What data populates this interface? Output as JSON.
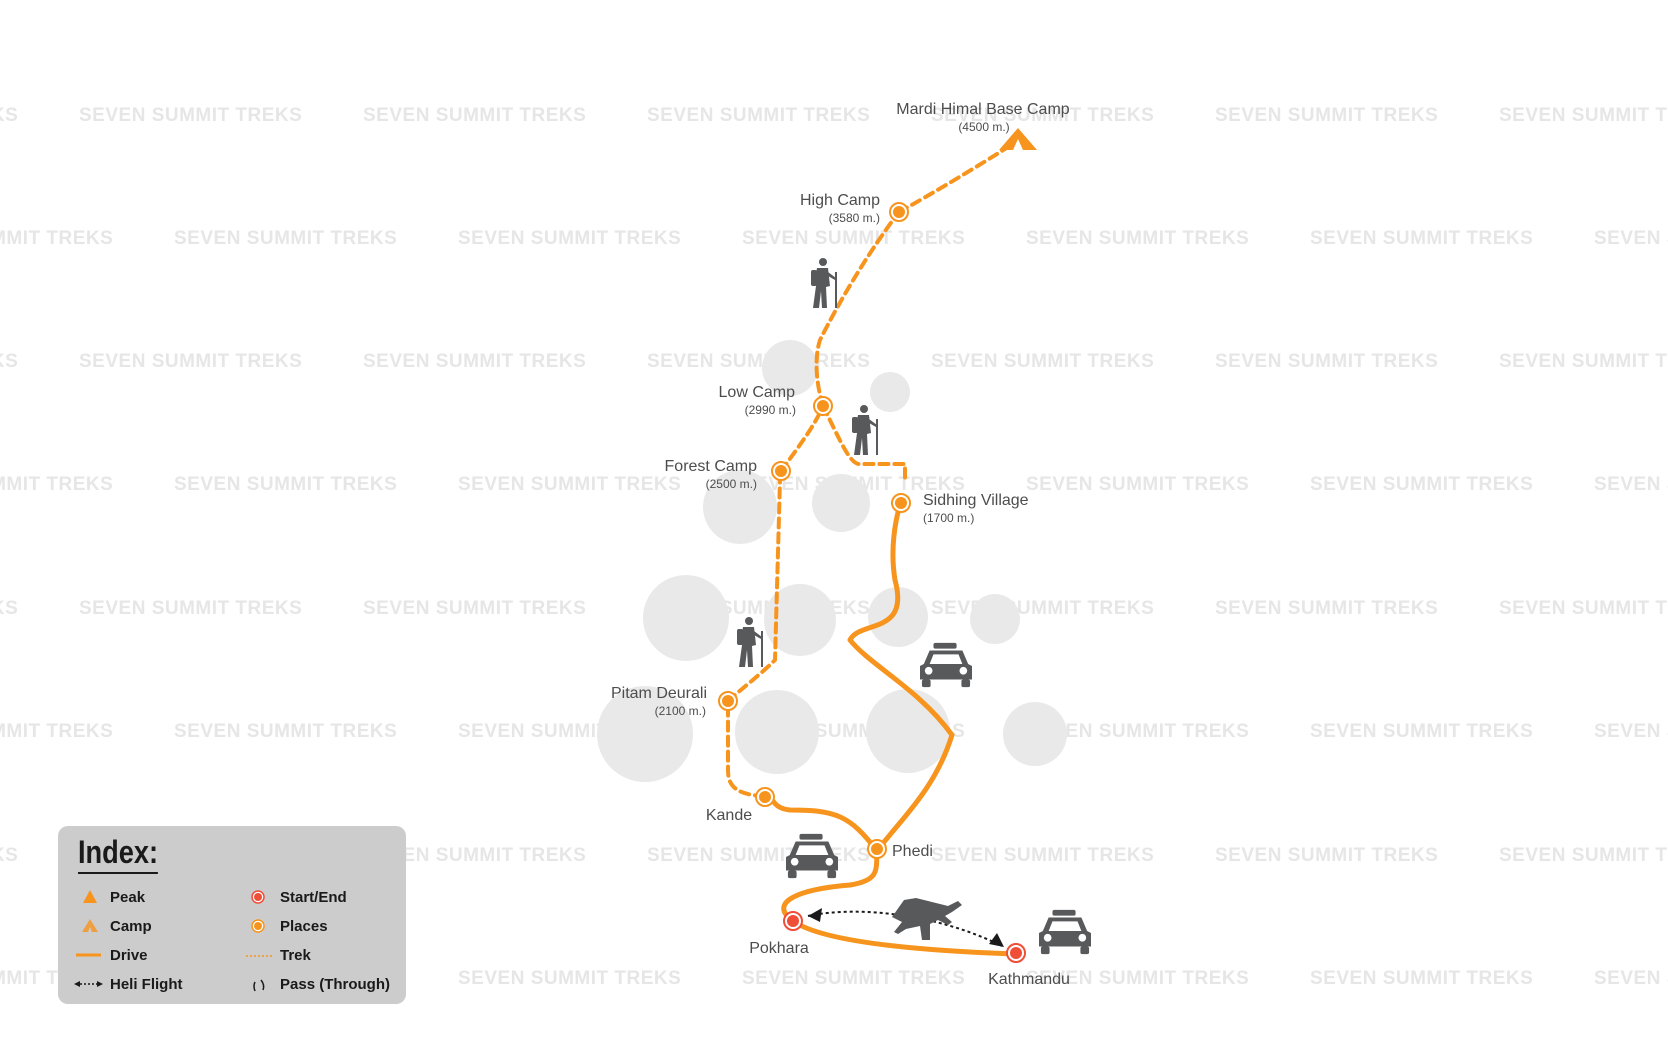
{
  "watermark": "SEVEN SUMMIT TREKS",
  "colors": {
    "route": "#f7941d",
    "start_end": "#ef4e37",
    "icon_gray": "#58595b",
    "bubble": "#e9e9e9"
  },
  "places": [
    {
      "id": "mardi-himal-base-camp",
      "name": "Mardi Himal Base Camp",
      "elevation": "(4500 m.)",
      "type": "peak"
    },
    {
      "id": "high-camp",
      "name": "High Camp",
      "elevation": "(3580 m.)",
      "type": "place"
    },
    {
      "id": "low-camp",
      "name": "Low Camp",
      "elevation": "(2990 m.)",
      "type": "place"
    },
    {
      "id": "forest-camp",
      "name": "Forest Camp",
      "elevation": "(2500 m.)",
      "type": "place"
    },
    {
      "id": "sidhing-village",
      "name": "Sidhing Village",
      "elevation": "(1700 m.)",
      "type": "place"
    },
    {
      "id": "pitam-deurali",
      "name": "Pitam Deurali",
      "elevation": "(2100 m.)",
      "type": "place"
    },
    {
      "id": "kande",
      "name": "Kande",
      "elevation": "",
      "type": "place"
    },
    {
      "id": "phedi",
      "name": "Phedi",
      "elevation": "",
      "type": "place"
    },
    {
      "id": "pokhara",
      "name": "Pokhara",
      "elevation": "",
      "type": "start_end"
    },
    {
      "id": "kathmandu",
      "name": "Kathmandu",
      "elevation": "",
      "type": "start_end"
    }
  ],
  "index": {
    "title": "Index:",
    "items": [
      {
        "symbol": "peak-icon",
        "label": "Peak"
      },
      {
        "symbol": "camp-icon",
        "label": "Camp"
      },
      {
        "symbol": "drive-line-icon",
        "label": "Drive"
      },
      {
        "symbol": "heli-flight-icon",
        "label": "Heli Flight"
      },
      {
        "symbol": "start-end-dot-icon",
        "label": "Start/End"
      },
      {
        "symbol": "places-dot-icon",
        "label": "Places"
      },
      {
        "symbol": "trek-line-icon",
        "label": "Trek"
      },
      {
        "symbol": "pass-icon",
        "label": "Pass (Through)"
      }
    ]
  }
}
